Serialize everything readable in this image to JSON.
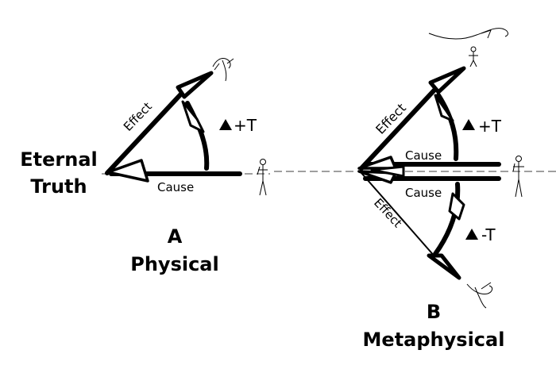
{
  "left_title": [
    "Eternal",
    "Truth"
  ],
  "diagram_a": {
    "letter": "A",
    "caption": "Physical",
    "effect_label": "Effect",
    "cause_label": "Cause",
    "delta_label": "+T"
  },
  "diagram_b": {
    "letter": "B",
    "caption": "Metaphysical",
    "effect_upper_label": "Effect",
    "cause_upper_label": "Cause",
    "delta_upper_label": "+T",
    "cause_lower_label": "Cause",
    "effect_lower_label": "Effect",
    "delta_lower_label": "-T"
  },
  "colors": {
    "ink": "#000000",
    "paper": "#ffffff"
  }
}
